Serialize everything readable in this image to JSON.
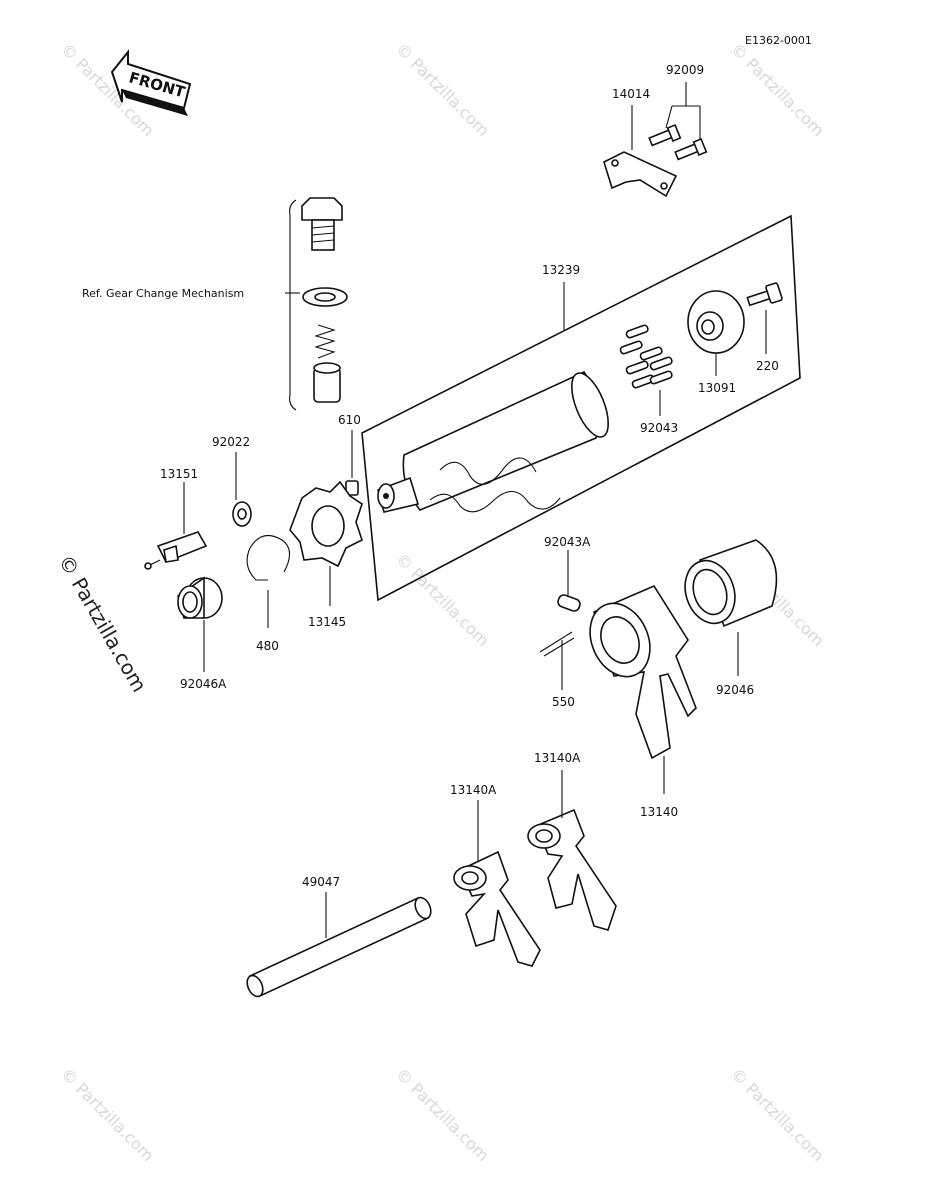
{
  "diagram": {
    "code": "E1362-0001",
    "front_label": "FRONT",
    "ref_note": "Ref. Gear Change Mechanism",
    "watermark": "© Partzilla.com",
    "watermark_side": "© Partzilla.com",
    "parts": {
      "p92009": "92009",
      "p14014": "14014",
      "p13239": "13239",
      "p13091": "13091",
      "p220": "220",
      "p92043": "92043",
      "p610": "610",
      "p92022": "92022",
      "p13151": "13151",
      "p92046A": "92046A",
      "p480": "480",
      "p13145": "13145",
      "p92043A": "92043A",
      "p550": "550",
      "p92046": "92046",
      "p13140": "13140",
      "p13140A_left": "13140A",
      "p13140A_right": "13140A",
      "p49047": "49047"
    }
  }
}
